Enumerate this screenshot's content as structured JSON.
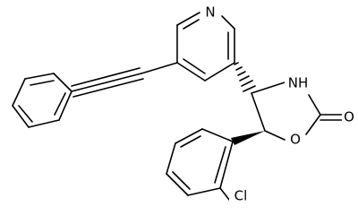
{
  "atom_labels": {
    "pyridine_n": "N",
    "amide_nh": "NH",
    "ring_o": "O",
    "carbonyl_o": "O",
    "chloro": "Cl"
  },
  "colors": {
    "bond": "#000000",
    "background": "#ffffff"
  }
}
